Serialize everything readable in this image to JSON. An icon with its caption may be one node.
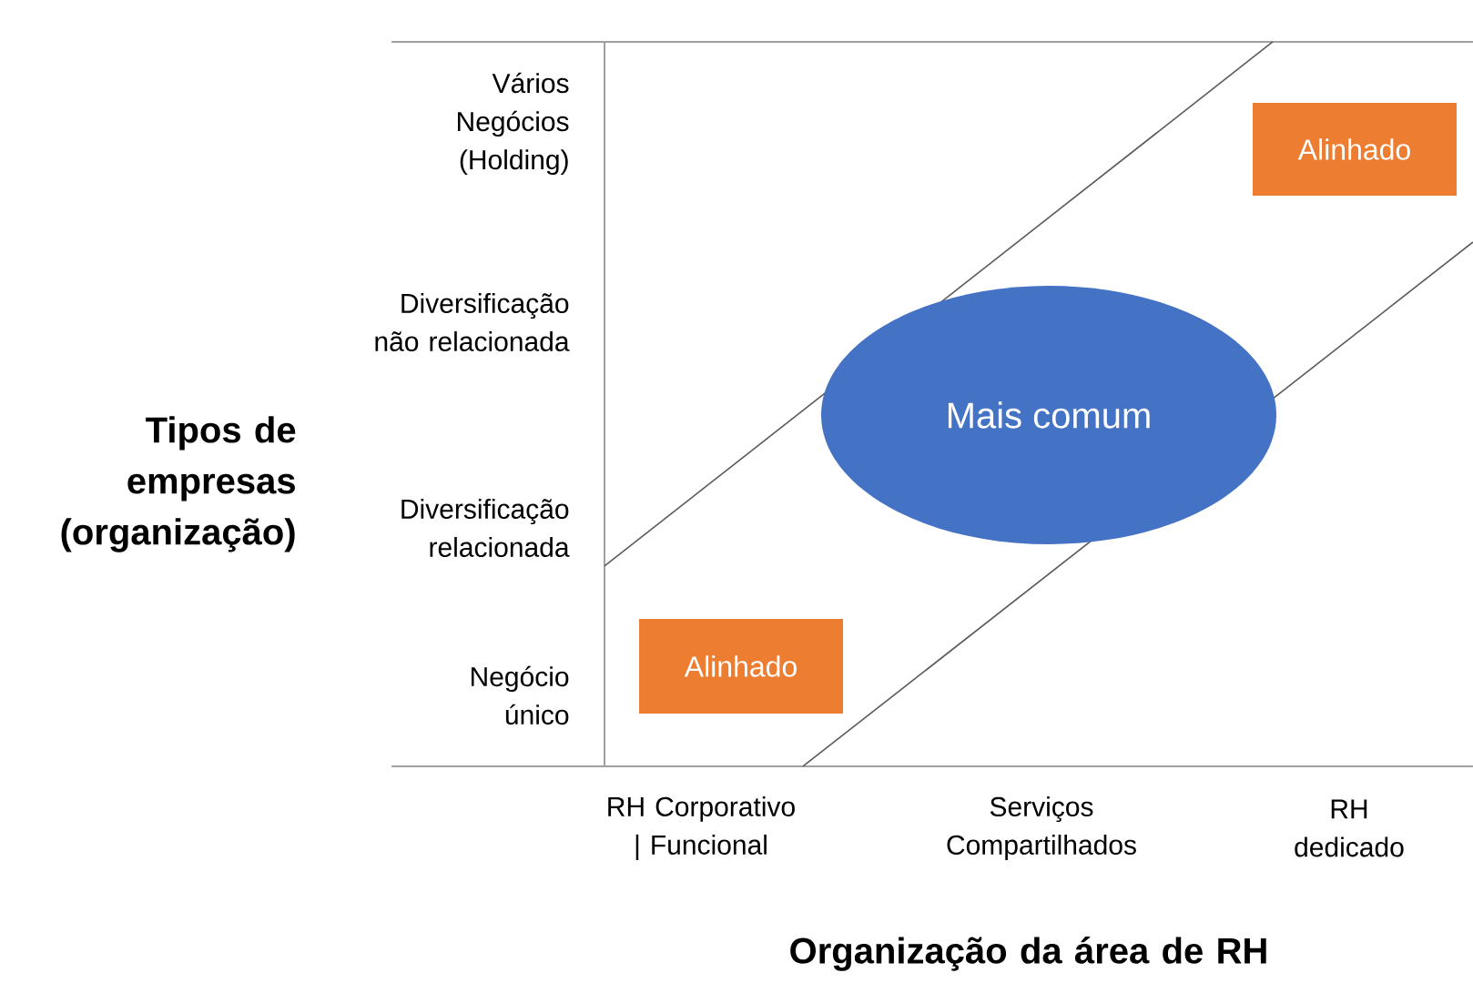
{
  "diagram": {
    "nodes": [
      {
        "text": [
          "Alinhado"
        ]
      },
      {
        "text": [
          "Mais comum"
        ]
      },
      {
        "text": [
          "Alinhado"
        ]
      }
    ],
    "labels": [
      "Vários Negócios (Holding)",
      "Diversificação não relacionada",
      "Tipos de empresas (organização)",
      "Diversificação relacionada",
      "Negócio único",
      "RH Corporativo | Funcional",
      "Serviços Compartilhados",
      "RH dedicado",
      "Organização da área de RH"
    ]
  }
}
